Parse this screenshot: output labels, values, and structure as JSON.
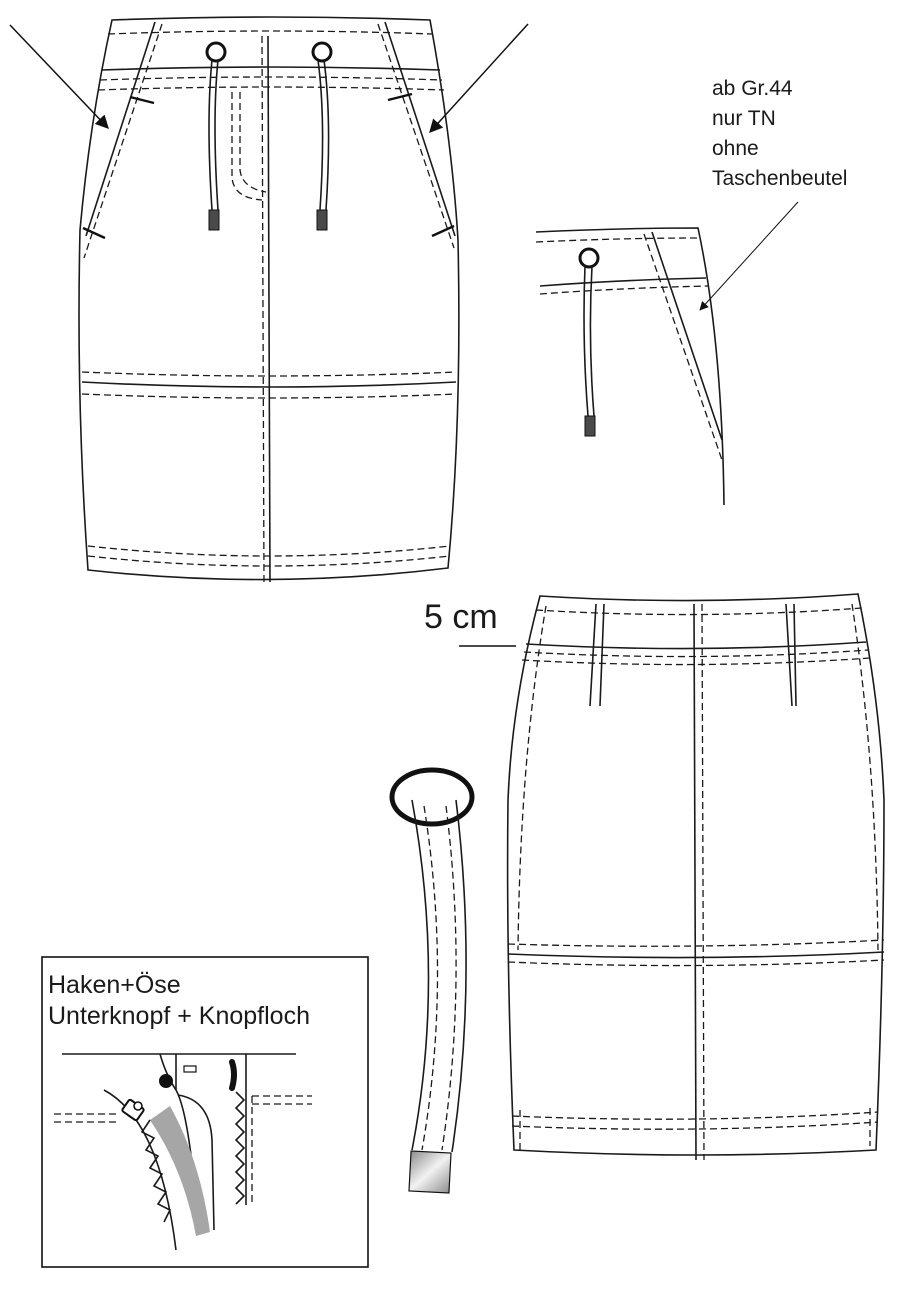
{
  "annotations": {
    "note_lines": [
      "ab Gr.44",
      "nur TN",
      "ohne",
      "Taschenbeutel"
    ],
    "measure": "5 cm",
    "detail_lines": [
      "Haken+Öse",
      "Unterknopf + Knopfloch"
    ]
  },
  "colors": {
    "line": "#1a1a1a",
    "paper": "#ffffff",
    "zipper_tape": "#a6a6a6",
    "cord_tip": "#4a4a4a",
    "metal_end": "#c8c8c8"
  },
  "icons": [
    "arrow-icon",
    "eyelet-icon",
    "cord-end-icon",
    "hook-and-eye-icon",
    "button-icon",
    "zipper-icon"
  ]
}
